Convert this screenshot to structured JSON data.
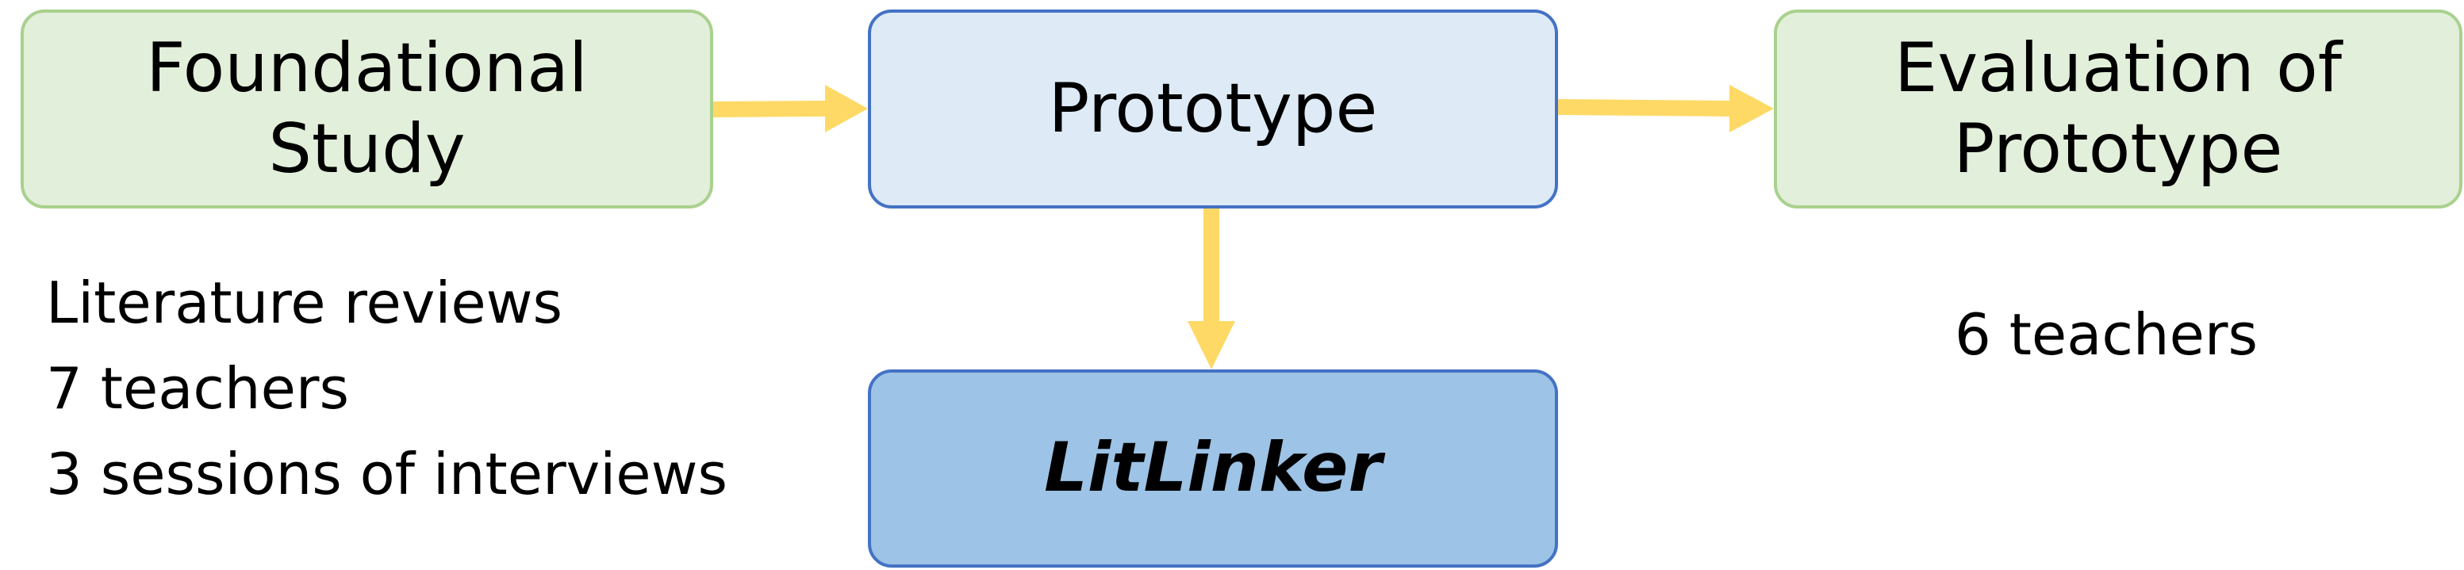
{
  "colors": {
    "green_box_fill": "#e2efda",
    "green_box_border": "#a9d18e",
    "light_blue_box_fill": "#deebf7",
    "blue_box_border": "#4472c4",
    "dark_blue_box_fill": "#9dc3e6",
    "arrow": "#ffd966"
  },
  "nodes": {
    "foundational_study": {
      "label": "Foundational\nStudy"
    },
    "prototype": {
      "label": "Prototype"
    },
    "evaluation": {
      "label": "Evaluation of\nPrototype"
    },
    "litlinker": {
      "label": "LitLinker"
    }
  },
  "foundational_details": [
    "Literature reviews",
    "7 teachers",
    "3 sessions of interviews"
  ],
  "evaluation_details": [
    "6 teachers"
  ]
}
